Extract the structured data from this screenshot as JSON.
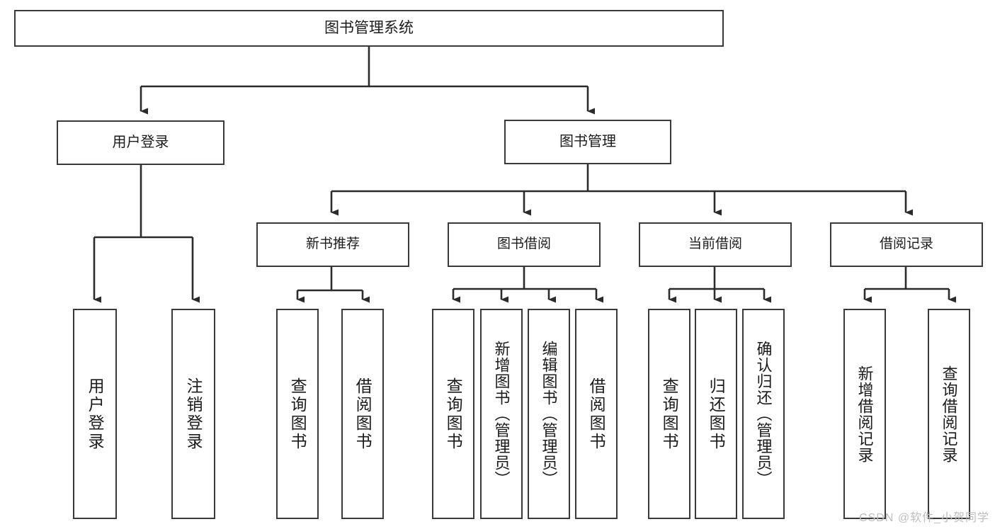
{
  "diagram": {
    "title": "图书管理系统",
    "type": "tree-hierarchy",
    "watermark": "CSDN @软件_小贺同学",
    "colors": {
      "box_border": "#3a3a3a",
      "box_fill": "#ffffff",
      "connector": "#2b2b2b",
      "text": "#1b1b1b",
      "watermark": "#bdbdbd"
    }
  },
  "nodes": {
    "root": {
      "label": "图书管理系统"
    },
    "level1": [
      {
        "label": "用户登录"
      },
      {
        "label": "图书管理"
      }
    ],
    "level2": [
      {
        "label": "新书推荐"
      },
      {
        "label": "图书借阅"
      },
      {
        "label": "当前借阅"
      },
      {
        "label": "借阅记录"
      }
    ],
    "leaves": {
      "user_login": [
        {
          "label": "用户登录"
        },
        {
          "label": "注销登录"
        }
      ],
      "new_book_recommend": [
        {
          "label": "查询图书"
        },
        {
          "label": "借阅图书"
        }
      ],
      "book_borrow": [
        {
          "label": "查询图书"
        },
        {
          "label": "新增图书（管理员）"
        },
        {
          "label": "编辑图书（管理员）"
        },
        {
          "label": "借阅图书"
        }
      ],
      "current_borrow": [
        {
          "label": "查询图书"
        },
        {
          "label": "归还图书"
        },
        {
          "label": "确认归还（管理员）"
        }
      ],
      "borrow_record": [
        {
          "label": "新增借阅记录"
        },
        {
          "label": "查询借阅记录"
        }
      ]
    }
  }
}
